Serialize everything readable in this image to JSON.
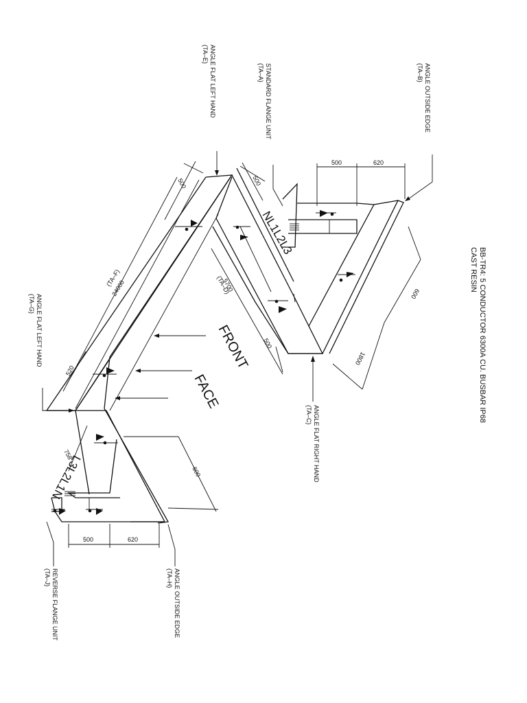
{
  "title": {
    "line1": "BB-TR4: 5 CONDUCTOR 6300A CU. BUSBAR IP68",
    "line2": "CAST RESIN"
  },
  "labels": {
    "ta_e": {
      "line1": "ANGLE  FLAT  LEFT  HAND",
      "line2": "(TA–E)"
    },
    "ta_a": {
      "line1": "STANDARD  FLANGE  UNIT",
      "line2": "(TA–A)"
    },
    "ta_b": {
      "line1": "ANGLE   OUTSIDE  EDGE",
      "line2": "(TA–B)"
    },
    "ta_g": {
      "line1": "ANGLE  FLAT  LEFT  HAND",
      "line2": "(TA–G)"
    },
    "ta_c": {
      "line1": "ANGLE  FLAT  RIGHT  HAND",
      "line2": "(TA–C)"
    },
    "ta_h": {
      "line1": "ANGLE   OUTSIDE  EDGE",
      "line2": "(TA–H)"
    },
    "ta_j": {
      "line1": "REVERSE  FLANGE   UNIT",
      "line2": "(TA–J)"
    }
  },
  "dimensions": {
    "d_500_top_left": "500",
    "d_500_top_mid": "500",
    "d_24000": "24000",
    "d_ta_f": "(TA–F)",
    "d_5700": "5700",
    "d_ta_d": "(TA–D)",
    "d_500_mid": "500",
    "d_520": "520",
    "d_758": "758",
    "d_600_bottom": "600",
    "d_500_bottom": "500",
    "d_620_bottom": "620",
    "d_500_top_flange": "500",
    "d_620_top_flange": "620",
    "d_600_right": "600",
    "d_1800": "1800"
  },
  "handwritten": {
    "top_code": "NL1L2L3",
    "bottom_code": "L3L2L1N",
    "front_face_1": "FRONT",
    "front_face_2": "FACE"
  }
}
